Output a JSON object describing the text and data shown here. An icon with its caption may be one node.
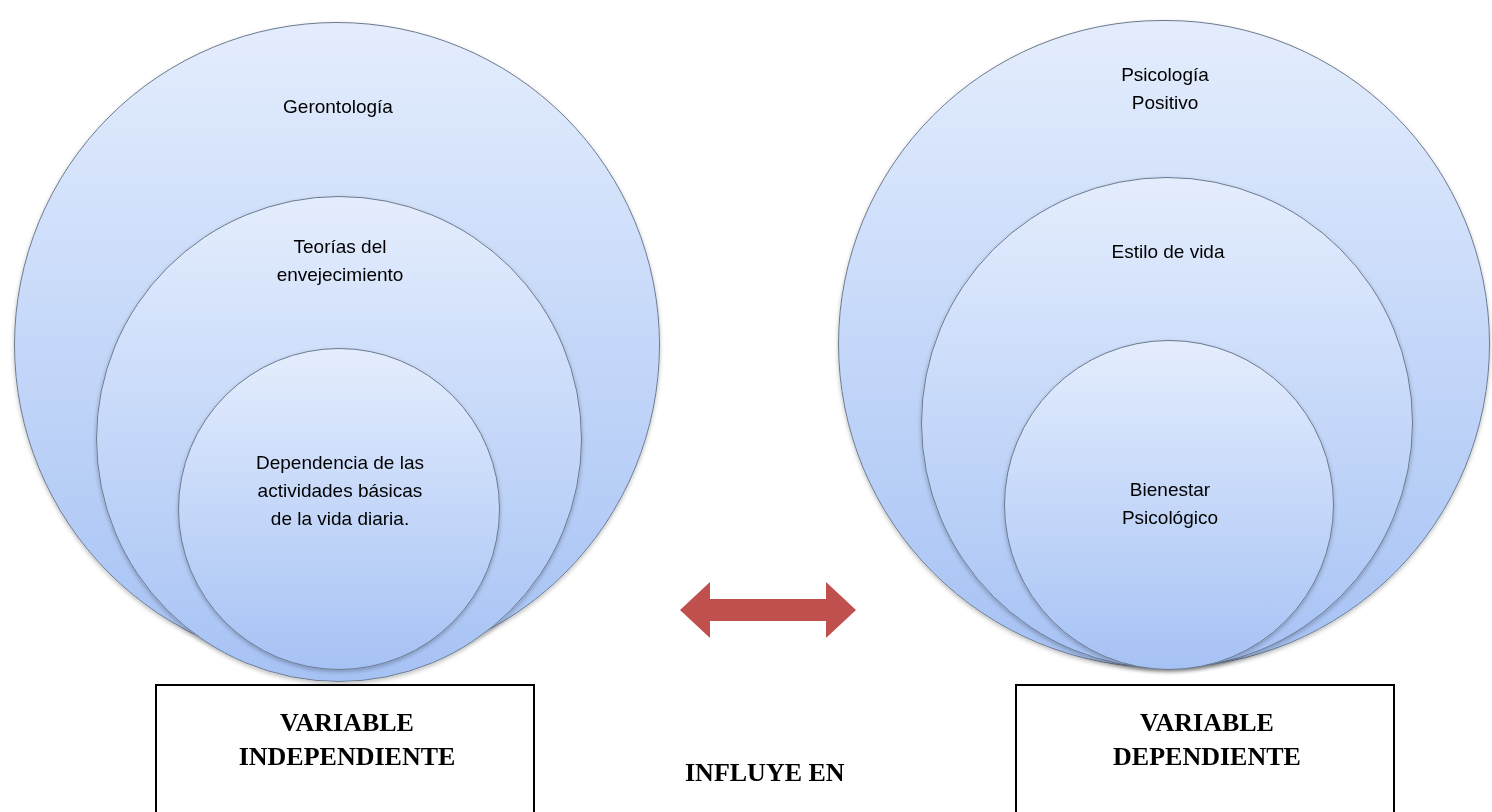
{
  "diagram": {
    "nodes": [
      {
        "text": [
          "Gerontología"
        ]
      },
      {
        "text": [
          "Teorías del envejecimiento"
        ],
        "in": 0
      },
      {
        "text": [
          "Dependencia de las actividades básicas de la vida diaria."
        ],
        "in": 1
      },
      {
        "text": [
          "Psicología Positivo"
        ]
      },
      {
        "text": [
          "Estilo de vida"
        ],
        "in": 3
      },
      {
        "text": [
          "Bienestar Psicológico"
        ],
        "in": 4
      },
      {
        "text": [
          "VARIABLE INDEPENDIENTE"
        ]
      },
      {
        "text": [
          "VARIABLE DEPENDIENTE"
        ]
      }
    ],
    "edges": [
      {
        "from": 0,
        "to": 3,
        "arrow": "both",
        "color": "#c0504d"
      }
    ],
    "labels": [
      "INFLUYE EN"
    ]
  }
}
